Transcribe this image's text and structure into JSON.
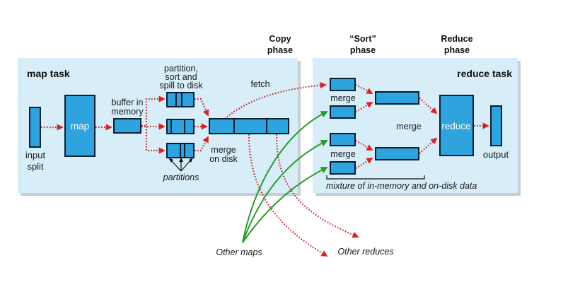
{
  "panels": {
    "map_task": {
      "title": "map task"
    },
    "reduce_task": {
      "title": "reduce task"
    }
  },
  "phases": {
    "copy": {
      "line1": "Copy",
      "line2": "phase"
    },
    "sort": {
      "line1": "“Sort”",
      "line2": "phase"
    },
    "reduce": {
      "line1": "Reduce",
      "line2": "phase"
    }
  },
  "map_side": {
    "input_split": {
      "line1": "input",
      "line2": "split"
    },
    "map_box": "map",
    "buffer": {
      "line1": "buffer in",
      "line2": "memory"
    },
    "spill": {
      "line1": "partition,",
      "line2": "sort and",
      "line3": "spill to disk"
    },
    "partitions": "partitions",
    "merge_on_disk": {
      "line1": "merge",
      "line2": "on disk"
    },
    "fetch": "fetch"
  },
  "reduce_side": {
    "merge_top": "merge",
    "merge_bottom": "merge",
    "merge_middle": "merge",
    "reduce_box": "reduce",
    "output": "output",
    "mixture": "mixture of in-memory and on-disk data"
  },
  "external": {
    "other_maps": "Other maps",
    "other_reduces": "Other reduces"
  },
  "colors": {
    "box_fill": "#2fa3dd",
    "panel_fill": "#d7edf8",
    "arrow_red": "#c4262e",
    "arrow_green": "#2a9a2a"
  }
}
